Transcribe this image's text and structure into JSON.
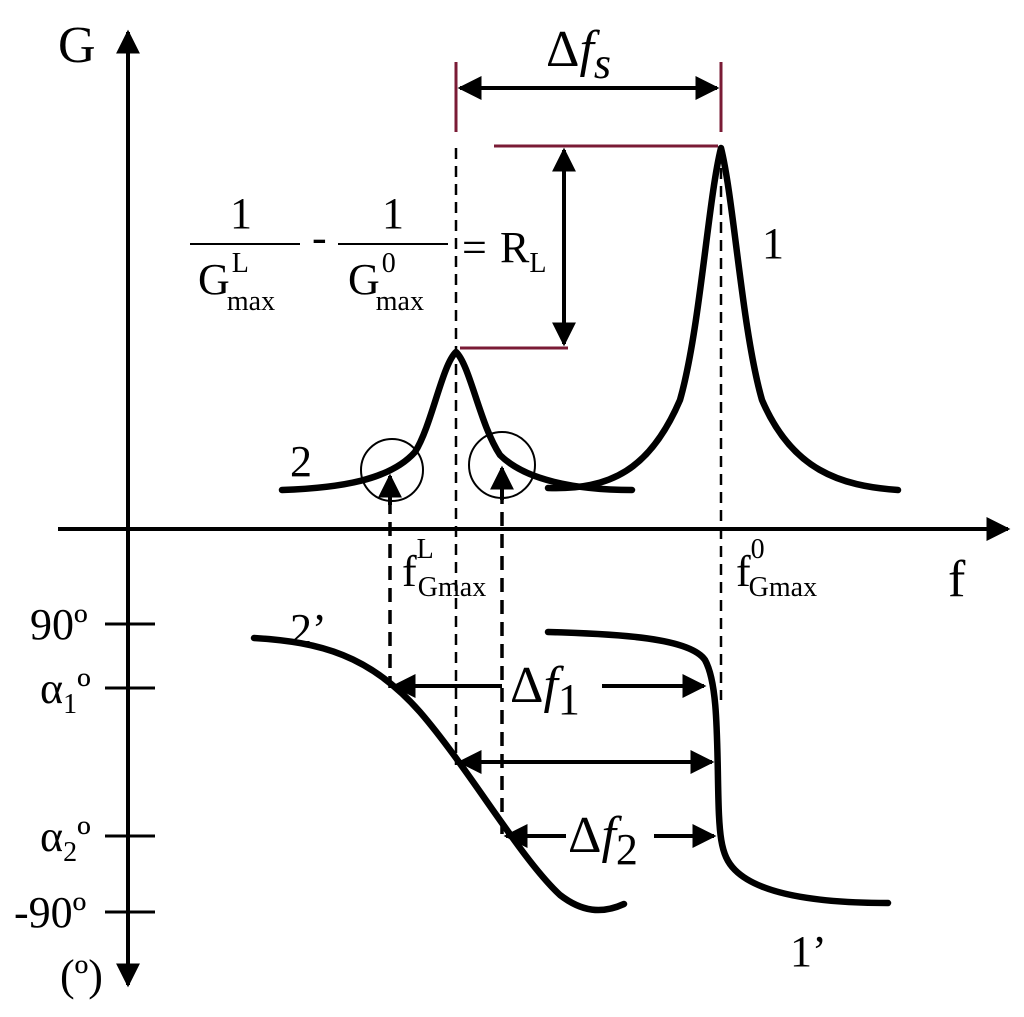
{
  "axes": {
    "y_label": "G",
    "x_label": "f",
    "phase_unit": "(º)"
  },
  "phase_ticks": [
    {
      "text": "90º"
    },
    {
      "text": "α",
      "sub": "1",
      "tail": "º"
    },
    {
      "text": "α",
      "sub": "2",
      "tail": "º"
    },
    {
      "text": "-90º"
    }
  ],
  "curves": {
    "c1": "1",
    "c2": "2",
    "c1p": "1’",
    "c2p": "2’"
  },
  "freq_labels": {
    "loaded": {
      "base": "f",
      "sub": "Gmax",
      "sup": "L"
    },
    "unloaded": {
      "base": "f",
      "sub": "Gmax",
      "sup": "0"
    }
  },
  "formula": {
    "numerator": "1",
    "term1": {
      "base": "G",
      "sup": "L",
      "sub": "max"
    },
    "minus": "-",
    "term2": {
      "base": "G",
      "sup": "0",
      "sub": "max"
    },
    "equals": "=",
    "rhs": {
      "base": "R",
      "sub": "L"
    }
  },
  "deltas": {
    "s": {
      "delta": "Δ",
      "f": "f",
      "sub": "s"
    },
    "one": {
      "delta": "Δ",
      "f": "f",
      "sub": "1"
    },
    "two": {
      "delta": "Δ",
      "f": "f",
      "sub": "2"
    }
  }
}
